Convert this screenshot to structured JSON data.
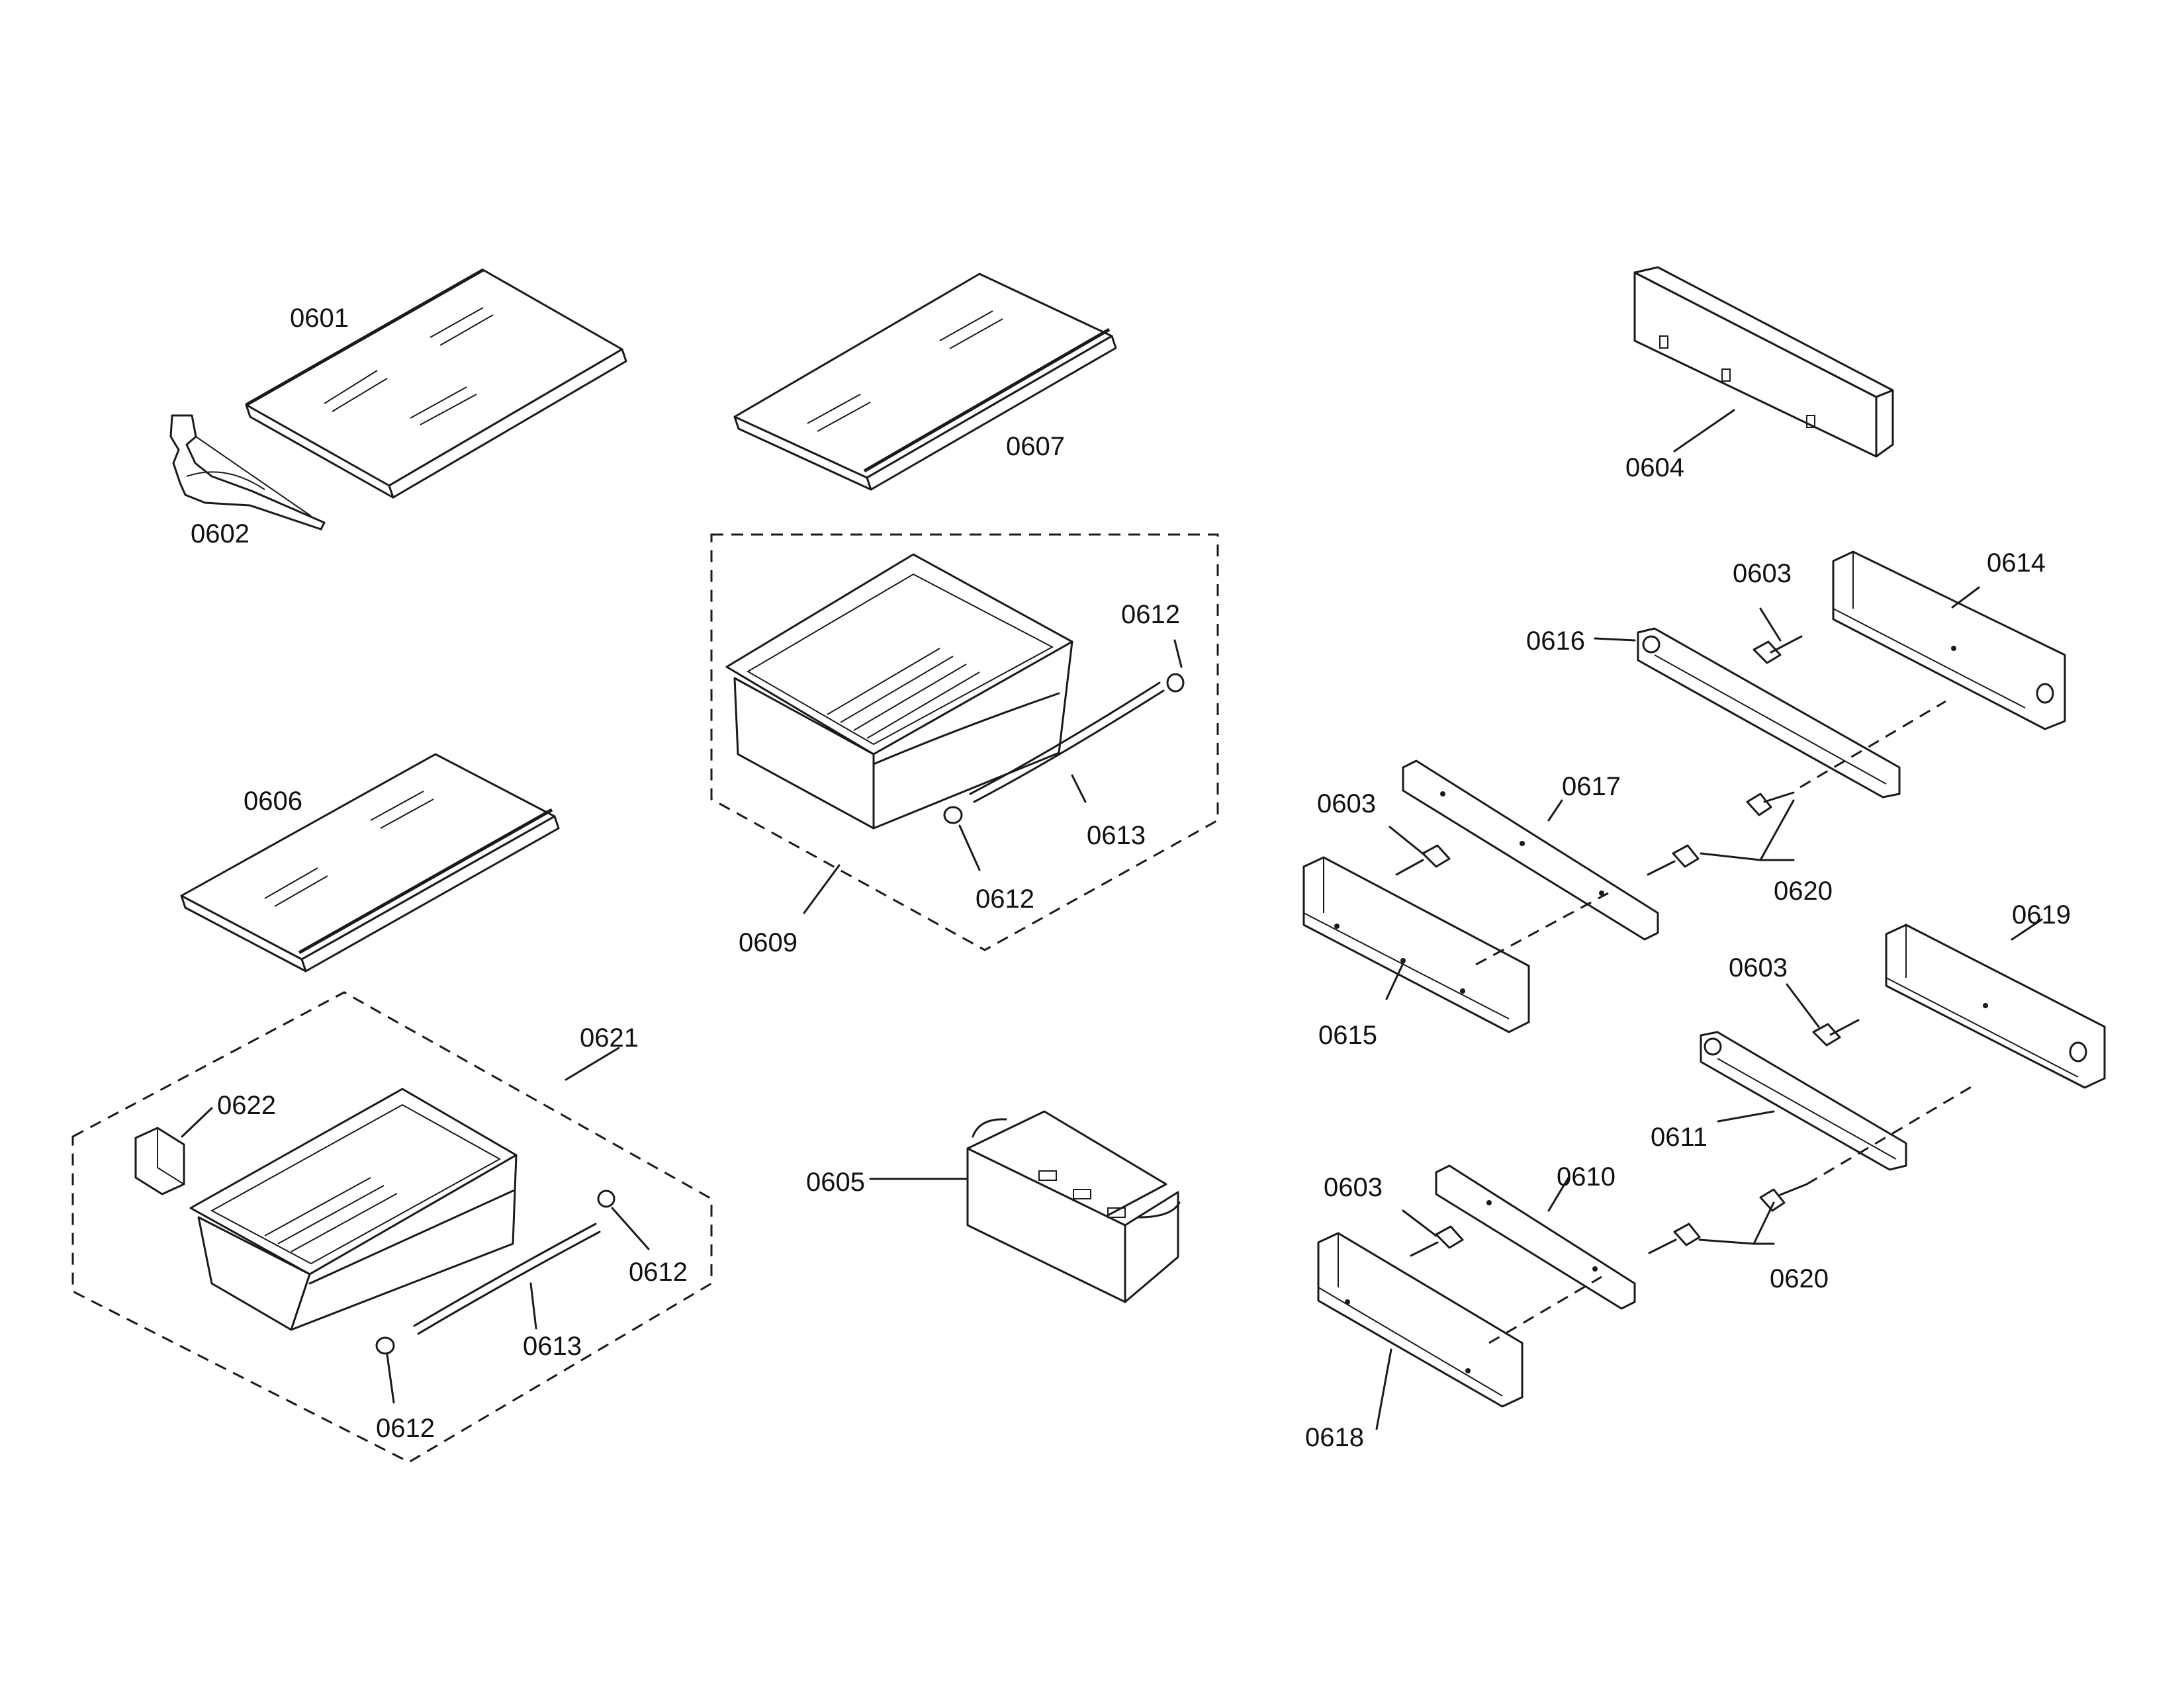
{
  "labels": {
    "p0601": "0601",
    "p0602": "0602",
    "p0607": "0607",
    "p0604": "0604",
    "p0603_a": "0603",
    "p0614": "0614",
    "p0616": "0616",
    "p0612_a": "0612",
    "p0613_a": "0613",
    "p0612_b": "0612",
    "p0609": "0609",
    "p0606": "0606",
    "p0617": "0617",
    "p0603_b": "0603",
    "p0620_a": "0620",
    "p0615": "0615",
    "p0619": "0619",
    "p0603_c": "0603",
    "p0621": "0621",
    "p0622": "0622",
    "p0605": "0605",
    "p0611": "0611",
    "p0603_d": "0603",
    "p0610": "0610",
    "p0612_c": "0612",
    "p0620_b": "0620",
    "p0613_b": "0613",
    "p0612_d": "0612",
    "p0618": "0618"
  }
}
